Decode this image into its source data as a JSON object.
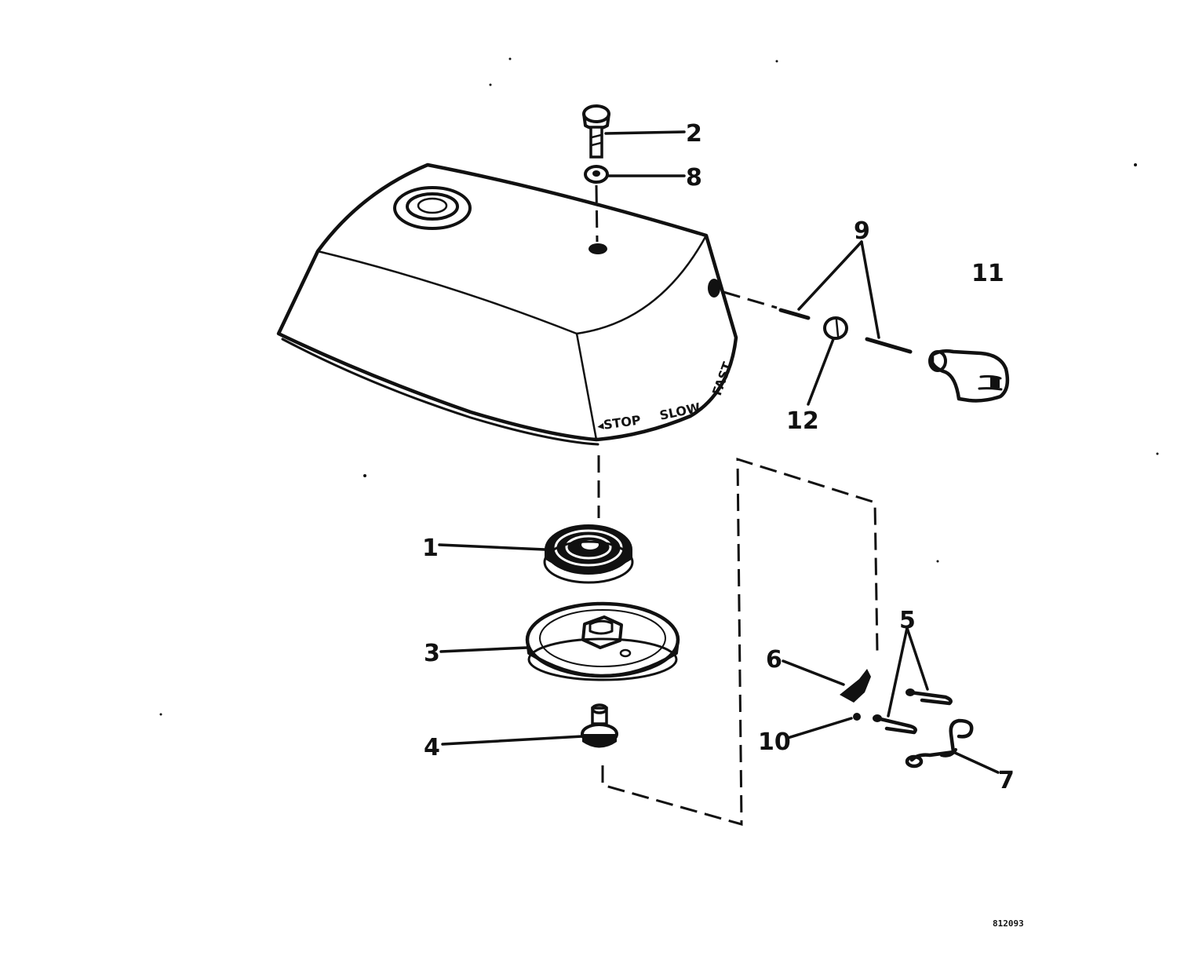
{
  "diagram": {
    "callouts": {
      "c1": "1",
      "c2": "2",
      "c3": "3",
      "c4": "4",
      "c5": "5",
      "c6": "6",
      "c7": "7",
      "c8": "8",
      "c9": "9",
      "c10": "10",
      "c11": "11",
      "c12": "12"
    },
    "cover_markings": {
      "stop": "STOP",
      "slow": "SLOW",
      "fast": "FAST"
    },
    "reference_number": "812093"
  },
  "colors": {
    "ink": "#111111",
    "paper": "#ffffff"
  }
}
